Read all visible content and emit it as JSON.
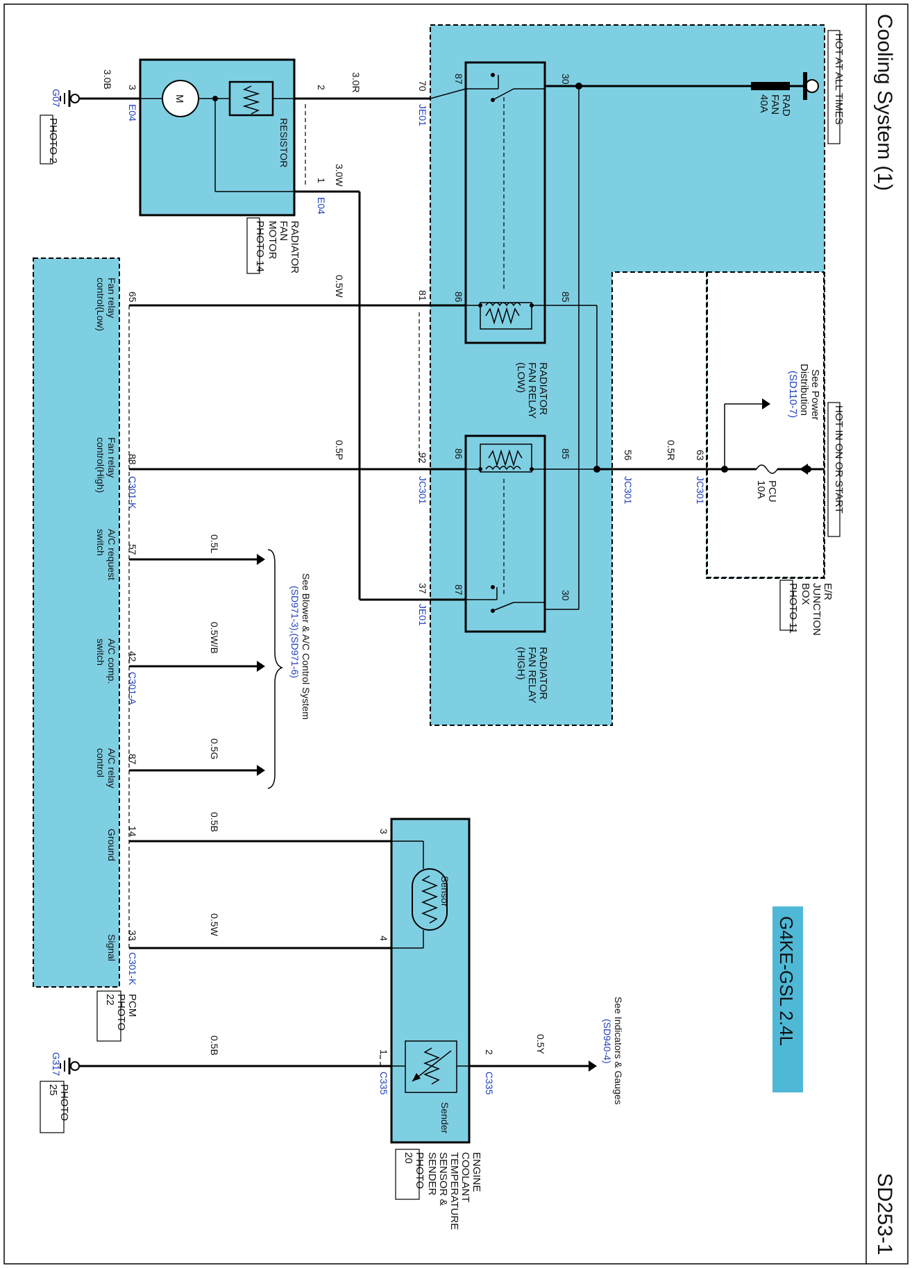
{
  "page": {
    "title": "Cooling System (1)",
    "code": "SD253-1",
    "engine": "G4KE-GSL 2.4L"
  },
  "labels": {
    "hot_at_all_times": "HOT AT ALL TIMES",
    "hot_in_on_or_start": "HOT IN ON OR START",
    "rad_fan_fuse": [
      "RAD",
      "FAN",
      "40A"
    ],
    "pcu_fuse": [
      "PCU",
      "10A"
    ],
    "see_power": [
      "See Power",
      "Distribution"
    ],
    "see_power_ref": "(SD110-7)",
    "jbox": [
      "E/R",
      "JUNCTION",
      "BOX"
    ],
    "jbox_photo": "PHOTO 11",
    "relay_low": [
      "RADIATOR",
      "FAN RELAY",
      "(LOW)"
    ],
    "relay_high": [
      "RADIATOR",
      "FAN RELAY",
      "(HIGH)"
    ],
    "motor": [
      "RADIATOR",
      "FAN",
      "MOTOR"
    ],
    "motor_photo": "PHOTO 14",
    "resistor": "RESISTOR",
    "motor_symbol": "M",
    "ground_g07": "G07",
    "ground_g07_photo": "PHOTO 2",
    "ground_g317": "G317",
    "ground_g317_photo": [
      "PHOTO",
      "25"
    ],
    "pcm": "PCM",
    "pcm_photo": [
      "PHOTO",
      "22"
    ],
    "sensor": "Sensor",
    "sender": "Sender",
    "ect": [
      "ENGINE",
      "COOLANT",
      "TEMPERATURE",
      "SENSOR &",
      "SENDER"
    ],
    "ect_photo": [
      "PHOTO",
      "20"
    ],
    "see_blower": "See Blower & A/C Control System",
    "see_blower_ref": "(SD971-3),(SD971-6)",
    "see_indicators": "See Indicators & Gauges",
    "see_indicators_ref": "(SD940-4)"
  },
  "connectors": {
    "e04": "E04",
    "je01": "JE01",
    "jc301": "JC301",
    "c301k": "C301-K",
    "c301a": "C301-A",
    "c335": "C335"
  },
  "pins": {
    "motor_3": "3",
    "motor_2": "2",
    "motor_1": "1",
    "je01_70": "70",
    "je01_37": "37",
    "jc_81": "81",
    "jc_92": "92",
    "jc_56": "56",
    "jc_63": "63",
    "r87a": "87",
    "r30a": "30",
    "r86a": "86",
    "r85a": "85",
    "r86b": "86",
    "r85b": "85",
    "r87b": "87",
    "r30b": "30",
    "pcm_65": "65",
    "pcm_88": "88",
    "pcm_57": "57",
    "pcm_42": "42",
    "pcm_87": "87",
    "pcm_14": "14",
    "pcm_33": "33",
    "ect_3": "3",
    "ect_4": "4",
    "ect_1": "1",
    "ect_2": "2"
  },
  "wires": {
    "w30b": "3.0B",
    "w30r": "3.0R",
    "w30w": "3.0W",
    "w05w_a": "0.5W",
    "w05p": "0.5P",
    "w05r": "0.5R",
    "w05l": "0.5L",
    "w05wb": "0.5W/B",
    "w05g": "0.5G",
    "w05b_a": "0.5B",
    "w05w_b": "0.5W",
    "w05b_b": "0.5B",
    "w05y": "0.5Y"
  },
  "pcm_pins": {
    "fan_low": [
      "Fan relay",
      "control(Low)"
    ],
    "fan_high": [
      "Fan relay",
      "control(High)"
    ],
    "ac_req": [
      "A/C request",
      "switch"
    ],
    "ac_comp": [
      "A/C comp.",
      "switch"
    ],
    "ac_relay": [
      "A/C relay",
      "control"
    ],
    "ground": "Ground",
    "signal": "Signal"
  },
  "colors": {
    "module_fill": "#7fcfe3",
    "engine_badge": "#4fb8d6",
    "connector_text": "#1f3fbf"
  }
}
